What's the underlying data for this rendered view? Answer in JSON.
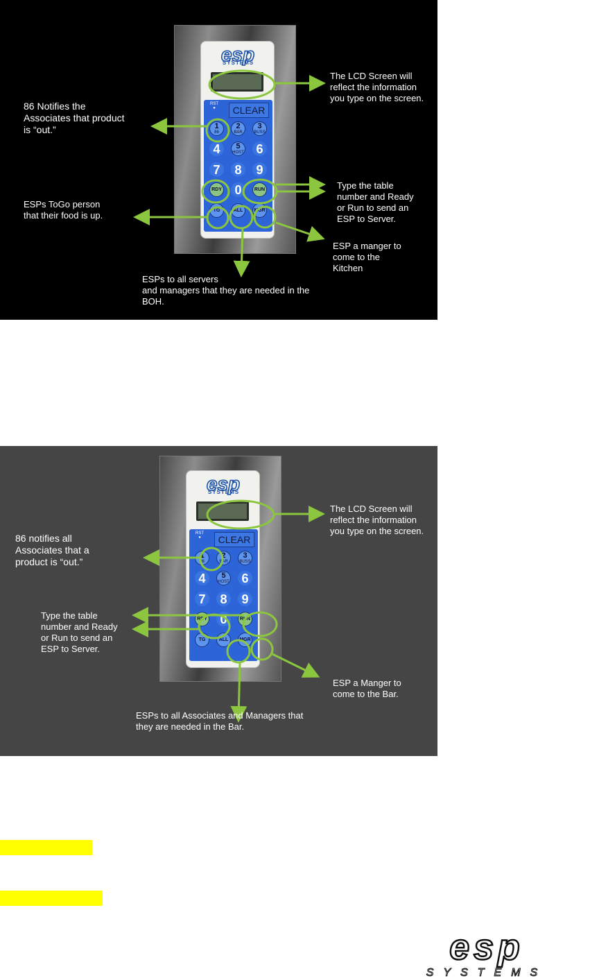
{
  "logo": {
    "brand": "esp",
    "sub": "SYSTEMS"
  },
  "device": {
    "rst": "RST",
    "clear": "CLEAR",
    "keys": [
      {
        "n": "1",
        "s": "86"
      },
      {
        "n": "2",
        "s": "BAR"
      },
      {
        "n": "3",
        "s": "BUSS"
      },
      {
        "n": "4",
        "s": ""
      },
      {
        "n": "5",
        "s": "HOST"
      },
      {
        "n": "6",
        "s": ""
      },
      {
        "n": "7",
        "s": ""
      },
      {
        "n": "8",
        "s": ""
      },
      {
        "n": "9",
        "s": ""
      },
      {
        "n": "RDY",
        "s": ""
      },
      {
        "n": "0",
        "s": ""
      },
      {
        "n": "RUN",
        "s": ""
      },
      {
        "n": "TG",
        "s": ""
      },
      {
        "n": "ALL",
        "s": ""
      },
      {
        "n": "MGR",
        "s": ""
      }
    ]
  },
  "panel1": {
    "lcd_note": "The LCD Screen will\nreflect the information\nyou type on the screen.",
    "note_86": "86 Notifies the\nAssociates that product\nis “out.”",
    "rdy_run": "Type the table\nnumber and  Ready\nor Run to send an\nESP to Server.",
    "togo": "ESPs ToGo person\n that their food is up.",
    "mgr": "ESP a manger to\ncome to the\nKitchen",
    "all": "ESPs to all servers\nand managers that they are needed in the\nBOH."
  },
  "panel2": {
    "lcd_note": "The LCD Screen will\nreflect the information\nyou type on the screen.",
    "note_86": "86 notifies all\nAssociates that a\nproduct is “out.”",
    "rdy_run": "Type the table\nnumber and  Ready\nor Run to send an\nESP to Server.",
    "mgr": "ESP a Manger to\ncome to the Bar.",
    "all": "ESPs to all Associates and Managers that\nthey are needed in the  Bar."
  },
  "colors": {
    "arrow": "#8cc63f",
    "highlight": "#ffff00",
    "keypad": "#2d64d8"
  }
}
